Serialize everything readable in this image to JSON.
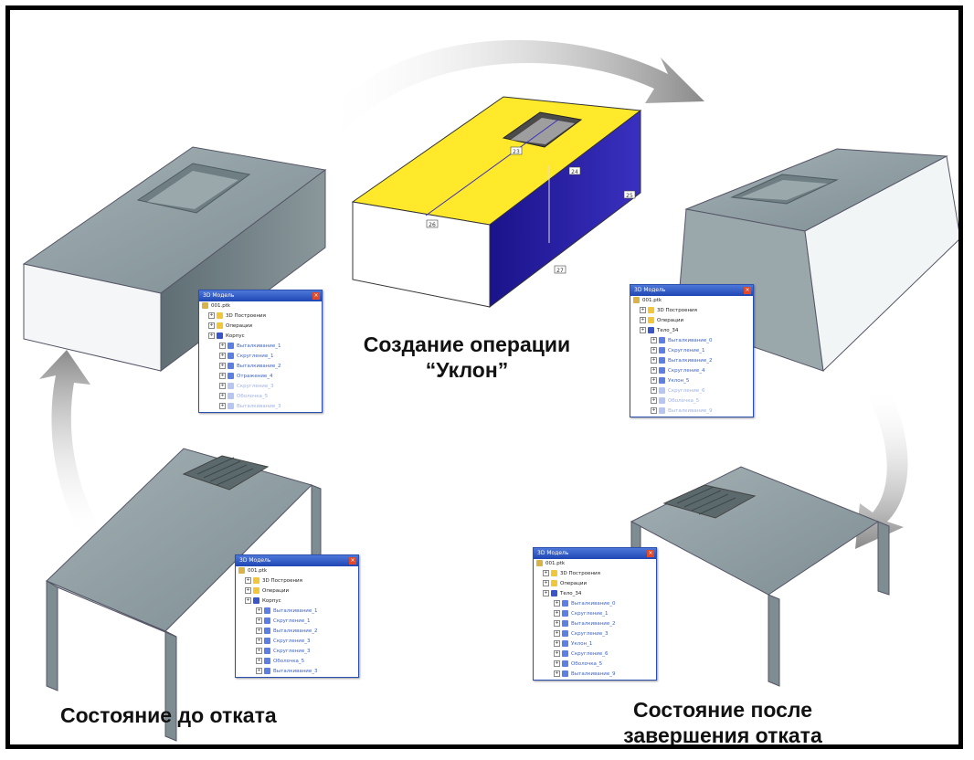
{
  "captions": {
    "center_line1": "Создание операции",
    "center_line2": "“Уклон”",
    "before": "Состояние до отката",
    "after_line1": "Состояние после",
    "after_line2": "завершения отката"
  },
  "panel_title": "3D Модель",
  "panels": [
    {
      "id": "top-left",
      "items": [
        {
          "label": "001.ptk",
          "icon": "root",
          "dim": false
        },
        {
          "label": "3D Построения",
          "icon": "folder",
          "dim": false
        },
        {
          "label": "Операции",
          "icon": "folder",
          "dim": false
        },
        {
          "label": "Корпус",
          "icon": "body",
          "dim": false
        },
        {
          "label": "Выталкивание_1",
          "icon": "op",
          "dim": false
        },
        {
          "label": "Скругление_1",
          "icon": "op",
          "dim": false
        },
        {
          "label": "Выталкивание_2",
          "icon": "op",
          "dim": false
        },
        {
          "label": "Отражение_4",
          "icon": "op",
          "dim": false
        },
        {
          "label": "Скругление_3",
          "icon": "op",
          "dim": true
        },
        {
          "label": "Оболочка_5",
          "icon": "op",
          "dim": true
        },
        {
          "label": "Выталкивание_3",
          "icon": "op",
          "dim": true
        }
      ]
    },
    {
      "id": "top-right",
      "items": [
        {
          "label": "001.ptk",
          "icon": "root",
          "dim": false
        },
        {
          "label": "3D Построения",
          "icon": "folder",
          "dim": false
        },
        {
          "label": "Операции",
          "icon": "folder",
          "dim": false
        },
        {
          "label": "Тело_34",
          "icon": "body",
          "dim": false
        },
        {
          "label": "Выталкивание_0",
          "icon": "op",
          "dim": false
        },
        {
          "label": "Скругление_1",
          "icon": "op",
          "dim": false
        },
        {
          "label": "Выталкивание_2",
          "icon": "op",
          "dim": false
        },
        {
          "label": "Скругление_4",
          "icon": "op",
          "dim": false
        },
        {
          "label": "Уклон_5",
          "icon": "op",
          "dim": false
        },
        {
          "label": "Скругление_6",
          "icon": "op",
          "dim": true
        },
        {
          "label": "Оболочка_5",
          "icon": "op",
          "dim": true
        },
        {
          "label": "Выталкивание_9",
          "icon": "op",
          "dim": true
        }
      ]
    },
    {
      "id": "bottom-left",
      "items": [
        {
          "label": "001.ptk",
          "icon": "root",
          "dim": false
        },
        {
          "label": "3D Построения",
          "icon": "folder",
          "dim": false
        },
        {
          "label": "Операции",
          "icon": "folder",
          "dim": false
        },
        {
          "label": "Корпус",
          "icon": "body",
          "dim": false
        },
        {
          "label": "Выталкивание_1",
          "icon": "op",
          "dim": false
        },
        {
          "label": "Скругление_1",
          "icon": "op",
          "dim": false
        },
        {
          "label": "Выталкивание_2",
          "icon": "op",
          "dim": false
        },
        {
          "label": "Скругление_3",
          "icon": "op",
          "dim": false
        },
        {
          "label": "Скругление_3",
          "icon": "op",
          "dim": false
        },
        {
          "label": "Оболочка_5",
          "icon": "op",
          "dim": false
        },
        {
          "label": "Выталкивание_3",
          "icon": "op",
          "dim": false
        }
      ]
    },
    {
      "id": "bottom-right",
      "items": [
        {
          "label": "001.ptk",
          "icon": "root",
          "dim": false
        },
        {
          "label": "3D Построения",
          "icon": "folder",
          "dim": false
        },
        {
          "label": "Операции",
          "icon": "folder",
          "dim": false
        },
        {
          "label": "Тело_34",
          "icon": "body",
          "dim": false
        },
        {
          "label": "Выталкивание_0",
          "icon": "op",
          "dim": false
        },
        {
          "label": "Скругление_1",
          "icon": "op",
          "dim": false
        },
        {
          "label": "Выталкивание_2",
          "icon": "op",
          "dim": false
        },
        {
          "label": "Скругление_3",
          "icon": "op",
          "dim": false
        },
        {
          "label": "Уклон_1",
          "icon": "op",
          "dim": false
        },
        {
          "label": "Скругление_6",
          "icon": "op",
          "dim": false
        },
        {
          "label": "Оболочка_5",
          "icon": "op",
          "dim": false
        },
        {
          "label": "Выталкивание_9",
          "icon": "op",
          "dim": false
        }
      ]
    }
  ],
  "center_labels": [
    "23",
    "24",
    "25",
    "26",
    "27"
  ],
  "colors": {
    "draft_face": "#ffe92a",
    "side_face": "#2a1fa0",
    "model_top": "#8f9ea2",
    "model_side_dark": "#6c7b80",
    "model_side_light": "#f2f5f6",
    "arrow": "#9a9a9a"
  }
}
